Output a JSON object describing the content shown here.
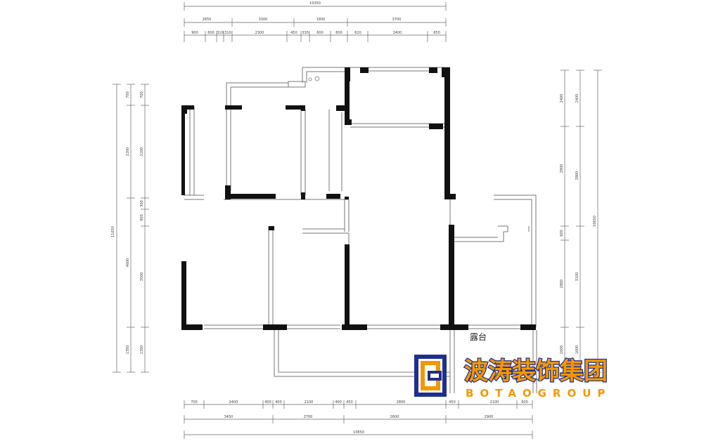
{
  "plan": {
    "room_labels": {
      "terrace": "露台"
    },
    "top_dimensions": {
      "total": "10350",
      "row2": [
        "2650",
        "3300",
        "1800",
        "3700"
      ],
      "row3": [
        "900",
        "600",
        "310",
        "310",
        "2300",
        "450",
        "330",
        "600",
        "600",
        "620",
        "2400",
        "650"
      ]
    },
    "bottom_dimensions": {
      "total": "10850",
      "row1": [
        "700",
        "2400",
        "400",
        "400",
        "2100",
        "400",
        "450",
        "2800",
        "450",
        "2100",
        "600"
      ],
      "row2": [
        "3450",
        "2700",
        "2600",
        "2900"
      ]
    },
    "left_dimensions": {
      "total": "11050",
      "outer": [
        "700",
        "2200",
        "4600",
        "1350"
      ],
      "inner": [
        "700",
        "2200",
        "300",
        "900",
        "3500",
        "1350"
      ]
    },
    "right_dimensions": {
      "total": "10650",
      "outer": [
        "2400",
        "2800",
        "3100",
        "1600"
      ],
      "inner": [
        "2400",
        "2800",
        "600",
        "2800",
        "1600"
      ]
    }
  },
  "logo": {
    "name_cn": "波涛装饰集团",
    "name_en": "BOTAOGROUP",
    "colors": {
      "orange": "#f39800",
      "navy": "#1d2f8f"
    }
  }
}
